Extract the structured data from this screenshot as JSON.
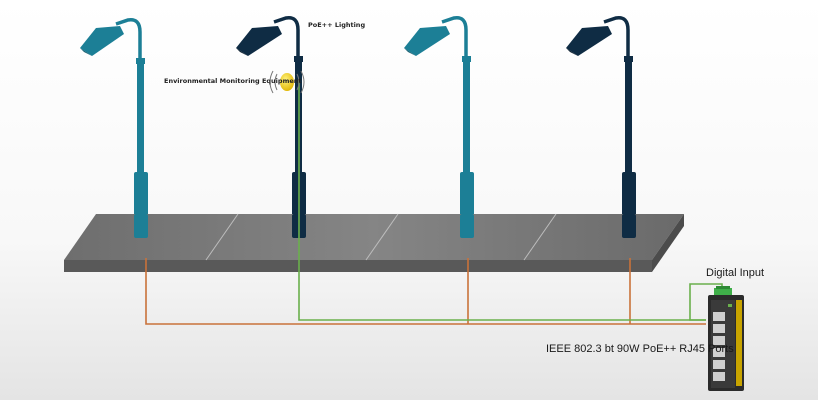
{
  "labels": {
    "poe_lighting": "PoE++ Lighting",
    "env_monitoring": "Environmental Monitoring Equipment",
    "digital_input": "Digital Input",
    "ports": "IEEE 802.3 bt 90W PoE++ RJ45 Ports"
  },
  "colors": {
    "background_top": "#ffffff",
    "background_bottom": "#e4e4e4",
    "pole_teal": "#1c7f96",
    "pole_dark": "#0f2c44",
    "sidewalk_top": "#7a7a7a",
    "sidewalk_front": "#5b5b5b",
    "cable_orange": "#c9723a",
    "cable_green": "#6ab04c",
    "sensor_yellow": "#f2c400",
    "switch_body": "#2b2b2b",
    "switch_terminal": "#3fae49"
  },
  "icons": {
    "street_lamp": "street-lamp-icon",
    "sensor": "sensor-icon",
    "switch": "industrial-switch-icon",
    "wireless": "wireless-signal-icon"
  }
}
